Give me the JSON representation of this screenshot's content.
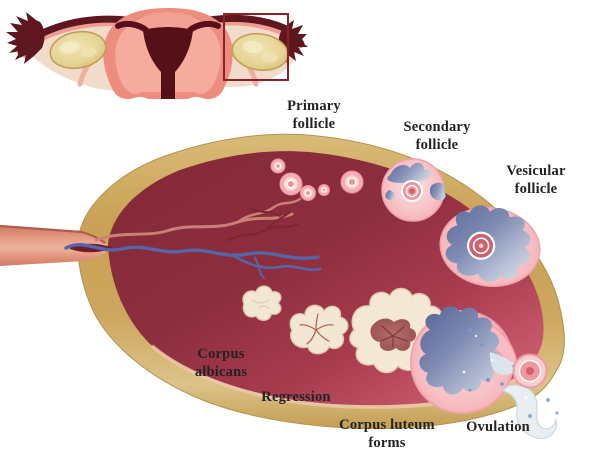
{
  "labels": {
    "primary_follicle": "Primary follicle",
    "secondary_follicle": "Secondary follicle",
    "vesicular_follicle": "Vesicular follicle",
    "ovulation": "Ovulation",
    "corpus_luteum_forms": "Corpus luteum forms",
    "regression": "Regression",
    "corpus_albicans": "Corpus albicans"
  },
  "colors": {
    "background": "#ffffff",
    "cortex_tan": "#cfa95e",
    "cortex_highlight": "#e9d99f",
    "medulla_maroon": "#8d2e3e",
    "interior_crimson": "#c9566a",
    "follicle_pink": "#f5b3b8",
    "antrum_blue": "#6d79a8",
    "cream_structure": "#f3e6d4",
    "luteum_center": "#a85f5f",
    "vein_blue": "#5565a8",
    "artery_red": "#cb8172",
    "label_text": "#232323",
    "inset_box": "#8d2025",
    "uterus_pink": "#ed8d80",
    "tube_maroon": "#5e161f",
    "ligament_pale": "#f1dccb",
    "ovary_cream": "#e7d292"
  }
}
